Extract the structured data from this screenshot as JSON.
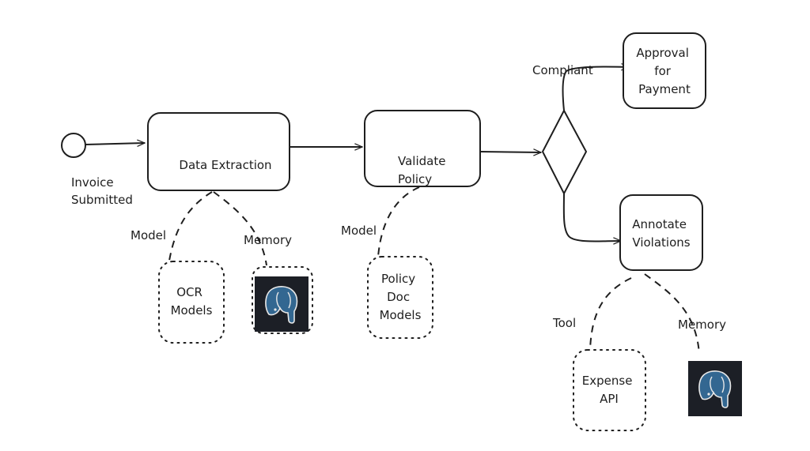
{
  "diagram": {
    "start_node": {
      "label_lines": [
        "Invoice",
        "Submitted"
      ]
    },
    "activities": [
      {
        "id": "data-extraction",
        "label_lines": [
          "Data Extraction"
        ]
      },
      {
        "id": "validate-policy",
        "label_lines": [
          "Validate",
          "Policy"
        ]
      },
      {
        "id": "approval",
        "label_lines": [
          "Approval",
          "for",
          "Payment"
        ]
      },
      {
        "id": "annotate",
        "label_lines": [
          "Annotate",
          "Violations"
        ]
      }
    ],
    "decision": {
      "id": "compliance-decision"
    },
    "resources": [
      {
        "id": "ocr-models",
        "label_lines": [
          "OCR",
          "Models"
        ]
      },
      {
        "id": "policy-doc-models",
        "label_lines": [
          "Policy",
          "Doc",
          "Models"
        ]
      },
      {
        "id": "expense-api",
        "label_lines": [
          "Expense",
          "API"
        ]
      },
      {
        "id": "postgres-memory-1",
        "icon": "postgresql-elephant-icon"
      },
      {
        "id": "postgres-memory-2",
        "icon": "postgresql-elephant-icon"
      }
    ],
    "edge_labels": {
      "compliant": "Compliant",
      "de_model": "Model",
      "de_memory": "Memory",
      "vp_model": "Model",
      "av_tool": "Tool",
      "av_memory": "Memory"
    },
    "colors": {
      "stroke": "#1e1e1e",
      "icon_bg": "#1c1f26",
      "elephant": "#336791",
      "elephant_outline": "#e8e8e8"
    }
  }
}
